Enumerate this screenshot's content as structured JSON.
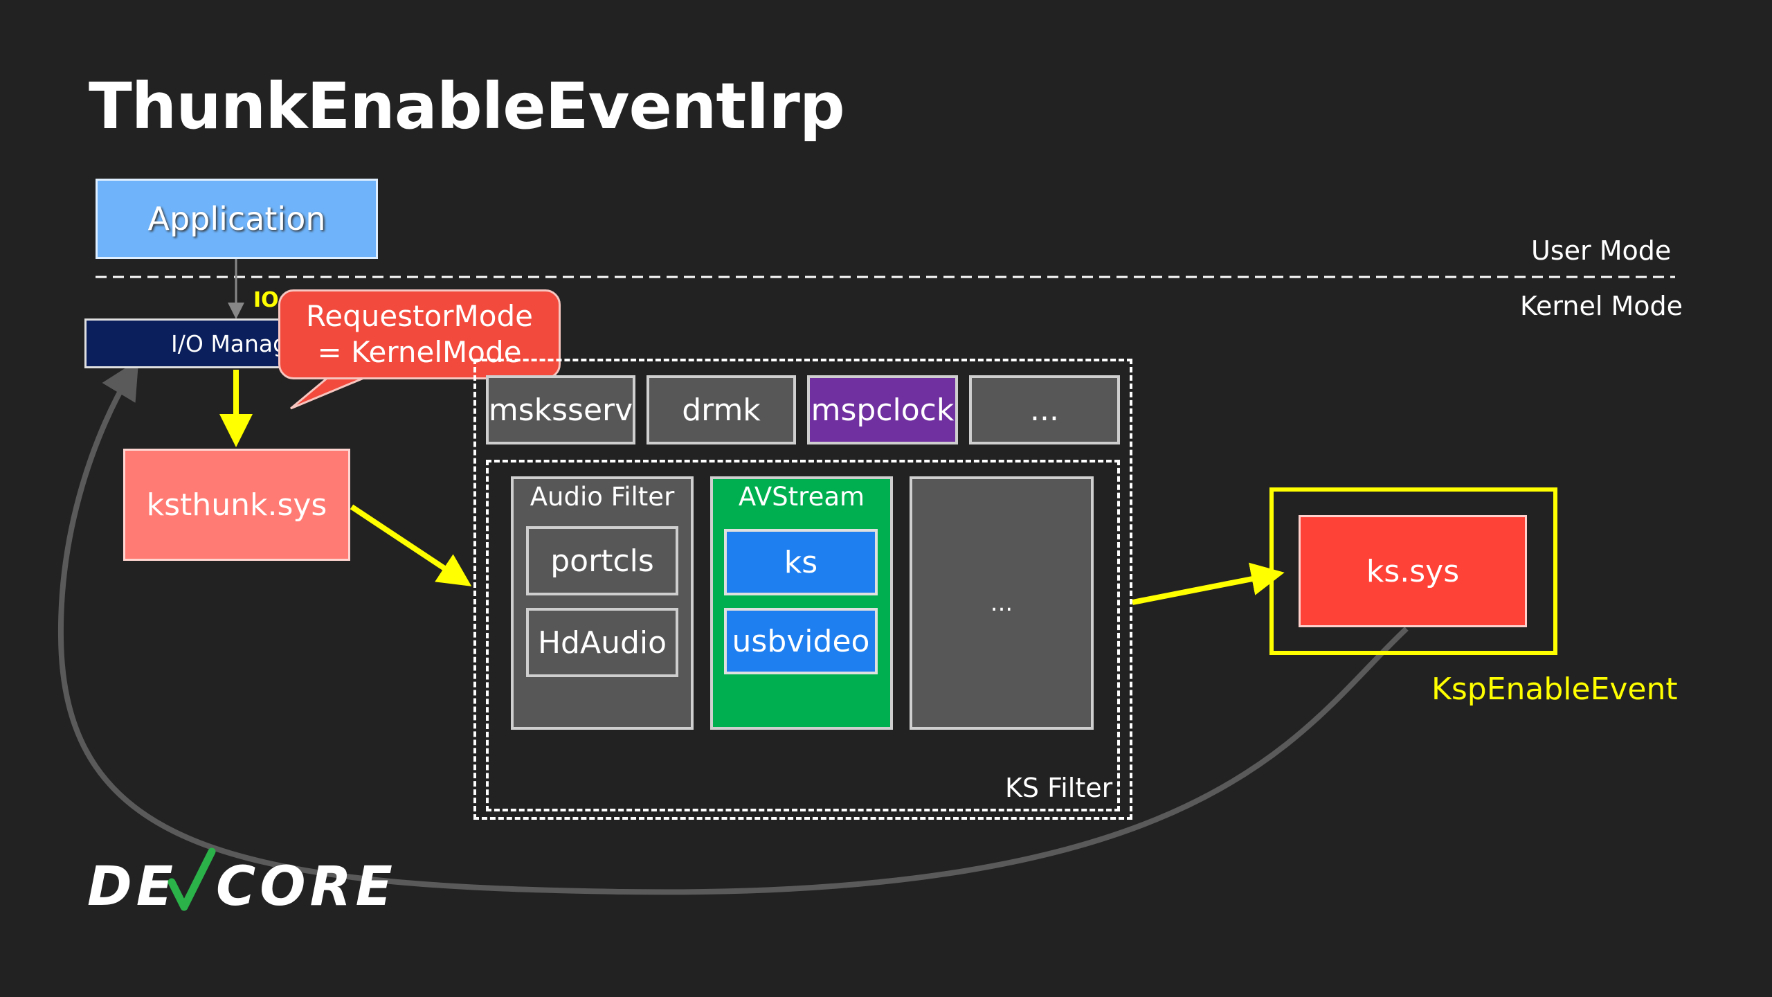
{
  "title": "ThunkEnableEventIrp",
  "modes": {
    "user": "User Mode",
    "kernel": "Kernel Mode"
  },
  "application": "Application",
  "io_label": "IO",
  "io_manager": "I/O Manag",
  "callout": {
    "line1": "RequestorMode",
    "line2": "= KernelMode"
  },
  "ksthunk": "ksthunk.sys",
  "top_row": [
    "msksserv",
    "drmk",
    "mspclock",
    "..."
  ],
  "ks_filter": {
    "label": "KS Filter",
    "audio_filter": {
      "title": "Audio Filter",
      "items": [
        "portcls",
        "HdAudio"
      ]
    },
    "avstream": {
      "title": "AVStream",
      "items": [
        "ks",
        "usbvideo"
      ]
    },
    "other": "..."
  },
  "ks_sys": "ks.sys",
  "ksp_label": "KspEnableEvent",
  "logo": "DEVCORE",
  "colors": {
    "background": "#222222",
    "application": "#6fb4fb",
    "io_manager": "#0a1f5c",
    "callout": "#f24a3c",
    "ksthunk": "#ff7b73",
    "mspclock": "#7030a0",
    "avstream": "#00b050",
    "ks_blue": "#1e7ff0",
    "ks_sys": "#ff4238",
    "highlight": "#ffff00",
    "logo_check": "#2bb34a"
  }
}
